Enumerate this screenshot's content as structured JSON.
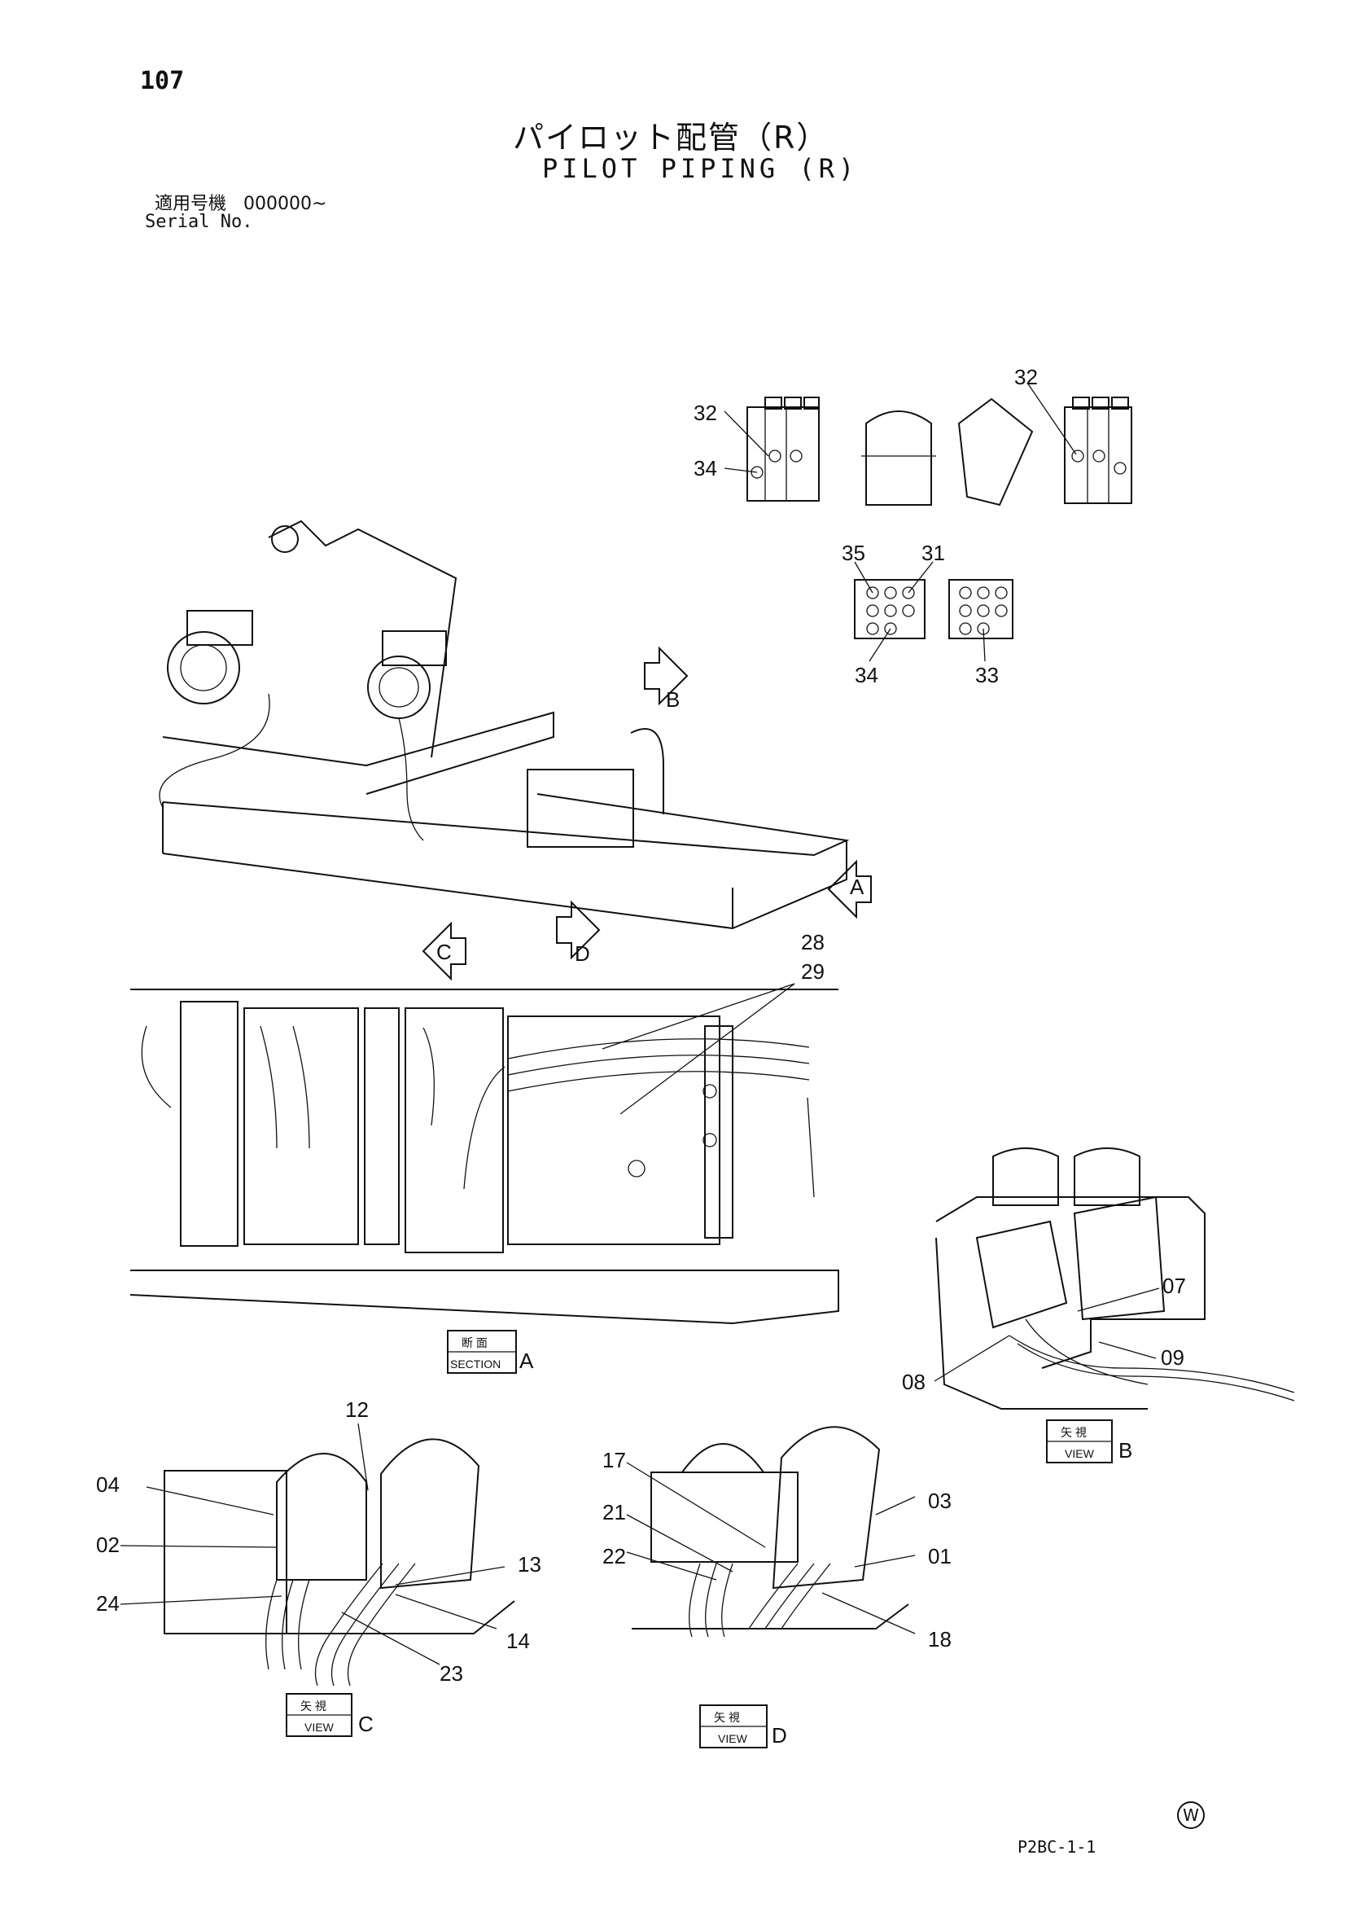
{
  "header": {
    "page_number": "107",
    "title_jp": "パイロット配管（R）",
    "title_en": "PILOT PIPING (R)",
    "serial_label_jp": "適用号機",
    "serial_value": "000000~",
    "serial_label_en": "Serial No."
  },
  "callouts": [
    "32",
    "34",
    "32",
    "35",
    "31",
    "34",
    "33",
    "28",
    "29",
    "07",
    "09",
    "08",
    "12",
    "04",
    "02",
    "13",
    "24",
    "14",
    "23",
    "17",
    "03",
    "21",
    "01",
    "22",
    "18"
  ],
  "arrows": {
    "a": "A",
    "b": "B",
    "c": "C",
    "d": "D"
  },
  "view_boxes": {
    "section_a": {
      "jp": "断 面",
      "en": "SECTION",
      "letter": "A"
    },
    "view_b": {
      "jp": "矢 視",
      "en": "VIEW",
      "letter": "B"
    },
    "view_c": {
      "jp": "矢 視",
      "en": "VIEW",
      "letter": "C"
    },
    "view_d": {
      "jp": "矢 視",
      "en": "VIEW",
      "letter": "D"
    }
  },
  "footer": {
    "code": "P2BC-1-1",
    "mark": "W"
  }
}
